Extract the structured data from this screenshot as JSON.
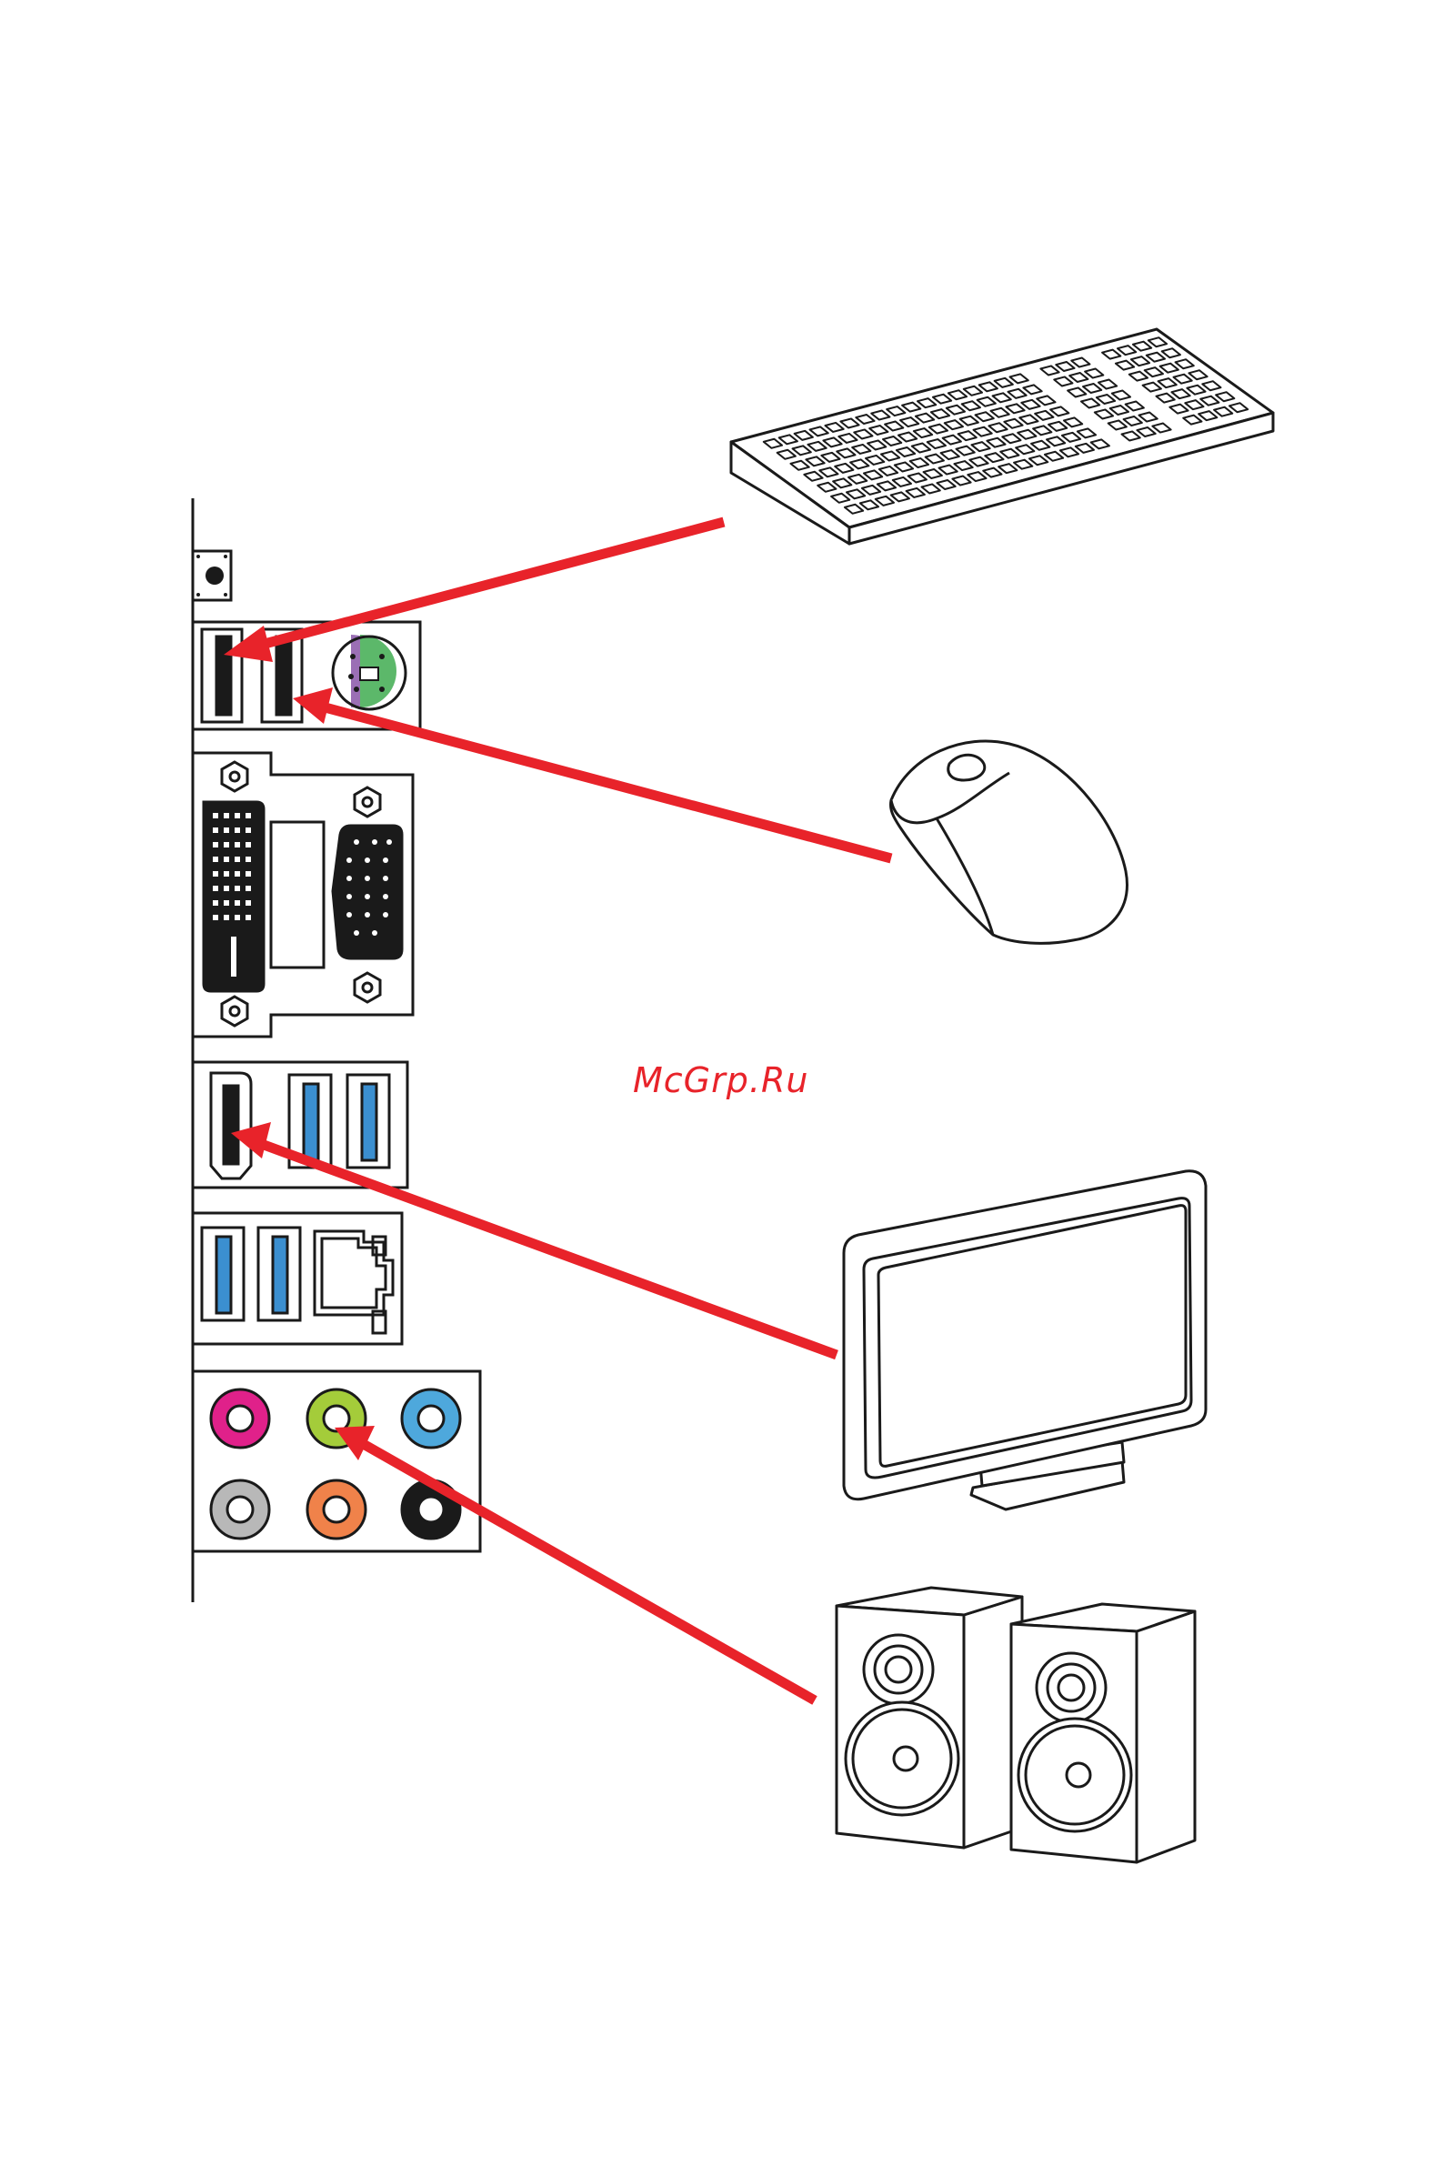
{
  "watermark": {
    "text": "McGrp.Ru"
  },
  "colors": {
    "arrow": "#e8232a",
    "outline": "#1a1a1a",
    "usb3_blue": "#3b8fd0",
    "audio": [
      "#e0218a",
      "#a4cc3a",
      "#4ea8dc",
      "#b8b8b8",
      "#f0824a",
      "#1a1a1a"
    ],
    "ps2_purple": "#9b6fb5",
    "ps2_green": "#5cb86a",
    "watermark": "#e8232a"
  },
  "devices": [
    "keyboard-icon",
    "mouse-icon",
    "monitor-icon",
    "speakers-icon"
  ],
  "ports": [
    "clear-cmos-button",
    "usb2-port",
    "ps2-combo-port",
    "dvi-port",
    "vga-port",
    "hdmi-port",
    "usb3-port",
    "lan-port",
    "audio-jacks"
  ]
}
